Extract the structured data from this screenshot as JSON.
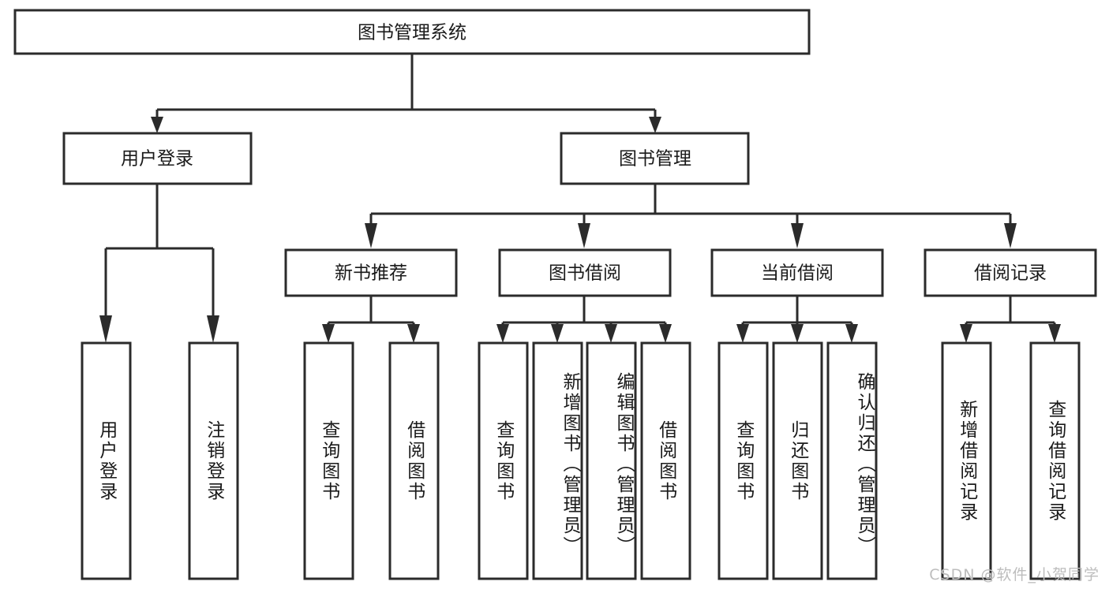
{
  "diagram": {
    "title": "图书管理系统",
    "type": "tree-hierarchy",
    "root": {
      "label": "图书管理系统"
    },
    "level2": [
      {
        "label": "用户登录"
      },
      {
        "label": "图书管理"
      }
    ],
    "level3": [
      {
        "label": "新书推荐",
        "parent": "图书管理"
      },
      {
        "label": "图书借阅",
        "parent": "图书管理"
      },
      {
        "label": "当前借阅",
        "parent": "图书管理"
      },
      {
        "label": "借阅记录",
        "parent": "图书管理"
      }
    ],
    "leaves": {
      "用户登录": [
        {
          "label": "用户登录"
        },
        {
          "label": "注销登录"
        }
      ],
      "新书推荐": [
        {
          "label": "查询图书"
        },
        {
          "label": "借阅图书"
        }
      ],
      "图书借阅": [
        {
          "label": "查询图书"
        },
        {
          "label": "新增图书（管理员）"
        },
        {
          "label": "编辑图书（管理员）"
        },
        {
          "label": "借阅图书"
        }
      ],
      "当前借阅": [
        {
          "label": "查询图书"
        },
        {
          "label": "归还图书"
        },
        {
          "label": "确认归还（管理员）"
        }
      ],
      "借阅记录": [
        {
          "label": "新增借阅记录"
        },
        {
          "label": "查询借阅记录"
        }
      ]
    }
  },
  "watermark": {
    "text": "CSDN @软件_小贺同学"
  },
  "colors": {
    "stroke": "#2b2b2b",
    "fill": "#ffffff",
    "text": "#1a1a1a",
    "watermark": "#bdbdbd"
  }
}
